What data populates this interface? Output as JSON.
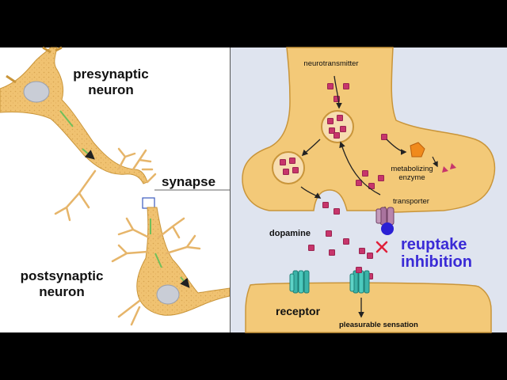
{
  "labels": {
    "presynaptic": [
      "presynaptic",
      "neuron"
    ],
    "postsynaptic": [
      "postsynaptic",
      "neuron"
    ],
    "synapse": "synapse",
    "neurotransmitter": "neurotransmitter",
    "metabolizing_enzyme": [
      "metabolizing",
      "enzyme"
    ],
    "transporter": "transporter",
    "dopamine": "dopamine",
    "reuptake_inhibition": [
      "reuptake",
      "inhibition"
    ],
    "receptor": "receptor",
    "pleasurable_sensation": "pleasurable sensation"
  },
  "colors": {
    "neuron_fill": "#f3c978",
    "neuron_edge": "#c9953a",
    "background_right": "#dfe4ef",
    "dopamine": "#c7356b",
    "receptor": "#3bb3a8",
    "transporter": "#a9739e",
    "blocker": "#2b20d4",
    "inhibition_text": "#3a2bd6",
    "x_mark": "#e0203a"
  }
}
